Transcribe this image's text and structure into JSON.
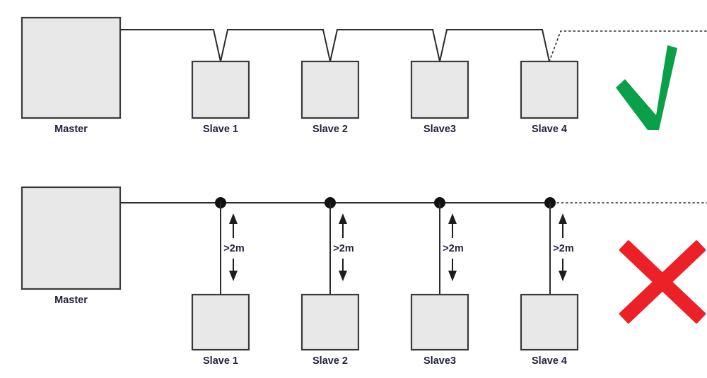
{
  "diagram": {
    "title": "Master-slave bus wiring topology comparison",
    "colors": {
      "box_fill": "#e8e8e8",
      "box_stroke": "#3a3a3a",
      "line": "#2b2b2b",
      "text": "#23233c",
      "check_green": "#0aa04a",
      "cross_red": "#ec2127"
    },
    "rows": [
      {
        "id": "correct-topology",
        "verdict_icon": "check-mark-icon",
        "verdict": "correct",
        "master": {
          "label": "Master"
        },
        "slaves": [
          {
            "label": "Slave 1"
          },
          {
            "label": "Slave 2"
          },
          {
            "label": "Slave3"
          },
          {
            "label": "Slave 4"
          }
        ]
      },
      {
        "id": "incorrect-topology",
        "verdict_icon": "cross-mark-icon",
        "verdict": "incorrect",
        "master": {
          "label": "Master"
        },
        "slaves": [
          {
            "label": "Slave 1",
            "stub_label": ">2m"
          },
          {
            "label": "Slave 2",
            "stub_label": ">2m"
          },
          {
            "label": "Slave3",
            "stub_label": ">2m"
          },
          {
            "label": "Slave 4",
            "stub_label": ">2m"
          }
        ]
      }
    ]
  }
}
